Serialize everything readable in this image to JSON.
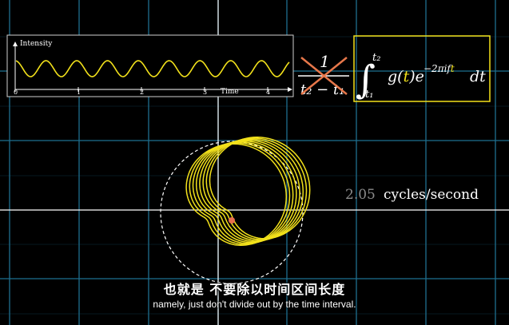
{
  "waveform_panel": {
    "y_label": "Intensity",
    "x_label": "Time",
    "ticks": [
      "0",
      "1",
      "2",
      "3",
      "4"
    ]
  },
  "formula": {
    "numerator": "1",
    "denominator": "t₂ − t₁",
    "integral": "∫",
    "upper_limit": "t₂",
    "lower_limit": "t₁",
    "g": "g(",
    "t": "t",
    "close": ")e",
    "exponent_a": "−2πi",
    "exponent_f": "f",
    "exponent_t": "t",
    "dt": "dt"
  },
  "frequency_readout": {
    "value": "2.05",
    "unit": "cycles/second"
  },
  "subtitles": {
    "zh": "也就是  不要除以时间区间长度",
    "en": "namely, just don't divide out by the time interval."
  },
  "colors": {
    "background": "#000000",
    "grid": "#1e6f8f",
    "axis": "#ffffff",
    "curve": "#f2e11b",
    "cross": "#e7774a",
    "center_dot": "#e86f4f",
    "box": "#f2e11b",
    "t_highlight": "#f2e11b"
  }
}
